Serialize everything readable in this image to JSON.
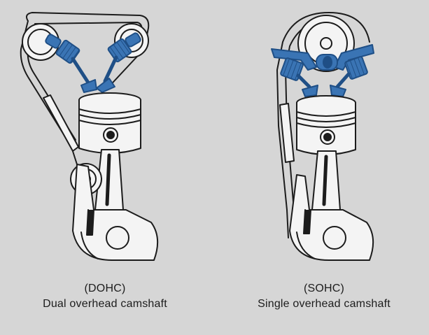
{
  "colors": {
    "background": "#d6d6d6",
    "line": "#1c1c1c",
    "fill_white": "#f4f4f4",
    "valve_blue": "#3a74b4",
    "valve_blue_dark": "#1f4f86"
  },
  "left": {
    "abbrev": "(DOHC)",
    "label": "Dual overhead camshaft"
  },
  "right": {
    "abbrev": "(SOHC)",
    "label": "Single overhead camshaft"
  }
}
